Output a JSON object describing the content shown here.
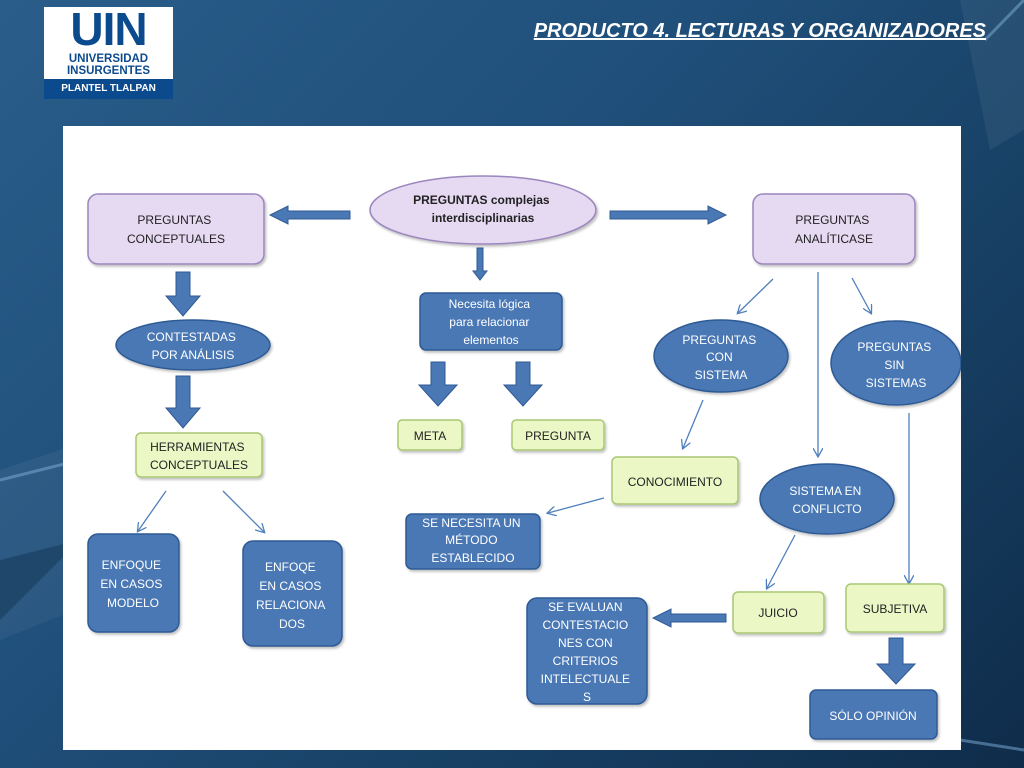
{
  "header": {
    "title": "PRODUCTO 4. LECTURAS Y ORGANIZADORES",
    "logo": {
      "uin": "UIN",
      "line1": "UNIVERSIDAD",
      "line2": "INSURGENTES",
      "campus": "PLANTEL TLALPAN"
    }
  },
  "colors": {
    "background": "#1f4f7a",
    "purple_fill": "#e6d9f2",
    "purple_stroke": "#9b86bd",
    "blue_fill": "#4a78b5",
    "blue_stroke": "#2f5a94",
    "green_fill": "#ecf7c6",
    "green_stroke": "#a9c775",
    "arrow": "#4f80bd"
  },
  "diagram": {
    "nodes": {
      "center": [
        "PREGUNTAS complejas",
        "interdisciplinarias"
      ],
      "conceptuales": [
        "PREGUNTAS",
        "CONCEPTUALES"
      ],
      "analiticas": [
        "PREGUNTAS",
        "ANALÍTICASE"
      ],
      "contestadas": [
        "CONTESTADAS",
        "POR ANÁLISIS"
      ],
      "herramientas": [
        "HERRAMIENTAS",
        "CONCEPTUALES"
      ],
      "enfoque_modelo": [
        "ENFOQUE",
        "EN CASOS",
        "MODELO"
      ],
      "enfoque_relacionados": [
        "ENFOQE",
        "EN CASOS",
        "RELACIONA",
        "DOS"
      ],
      "necesita_logica": [
        "Necesita lógica",
        "para relacionar",
        "elementos"
      ],
      "meta": [
        "META"
      ],
      "pregunta": [
        "PREGUNTA"
      ],
      "con_sistema": [
        "PREGUNTAS",
        "CON",
        "SISTEMA"
      ],
      "sin_sistemas": [
        "PREGUNTAS",
        "SIN",
        "SISTEMAS"
      ],
      "conocimiento": [
        "CONOCIMIENTO"
      ],
      "metodo": [
        "SE NECESITA UN",
        "MÉTODO",
        "ESTABLECIDO"
      ],
      "sistema_conflicto": [
        "SISTEMA EN",
        "CONFLICTO"
      ],
      "juicio": [
        "JUICIO"
      ],
      "subjetiva": [
        "SUBJETIVA"
      ],
      "evaluan": [
        "SE EVALUAN",
        "CONTESTACIO",
        "NES CON",
        "CRITERIOS",
        "INTELECTUALE",
        "S"
      ],
      "solo_opinion": [
        "SÓLO OPINIÓN"
      ]
    }
  }
}
